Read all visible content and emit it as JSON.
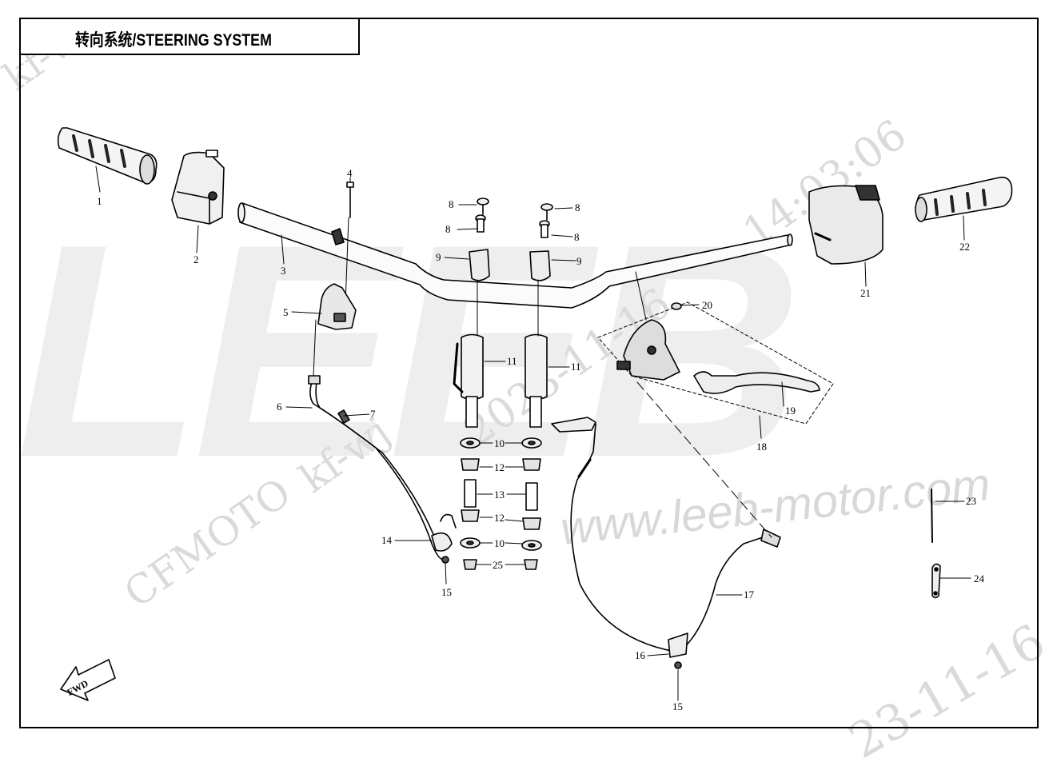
{
  "title": "转向系统/STEERING SYSTEM",
  "watermarks": {
    "brand": "LEEB",
    "url": "www.leeb-motor.com",
    "timestamp": "14:03:06",
    "date_mid": "2023-11-16",
    "date_bottom": "23-11-16",
    "cfmoto": "CFMOTO",
    "user_top": "kf-wj",
    "user_mid": "kf-wj"
  },
  "fwd_label": "FWD",
  "callouts": [
    "1",
    "2",
    "3",
    "4",
    "5",
    "6",
    "7",
    "8",
    "8",
    "8",
    "8",
    "9",
    "9",
    "10",
    "10",
    "10",
    "10",
    "11",
    "11",
    "12",
    "12",
    "12",
    "12",
    "13",
    "14",
    "15",
    "15",
    "16",
    "17",
    "18",
    "19",
    "20",
    "21",
    "22",
    "23",
    "24",
    "25",
    "25"
  ]
}
